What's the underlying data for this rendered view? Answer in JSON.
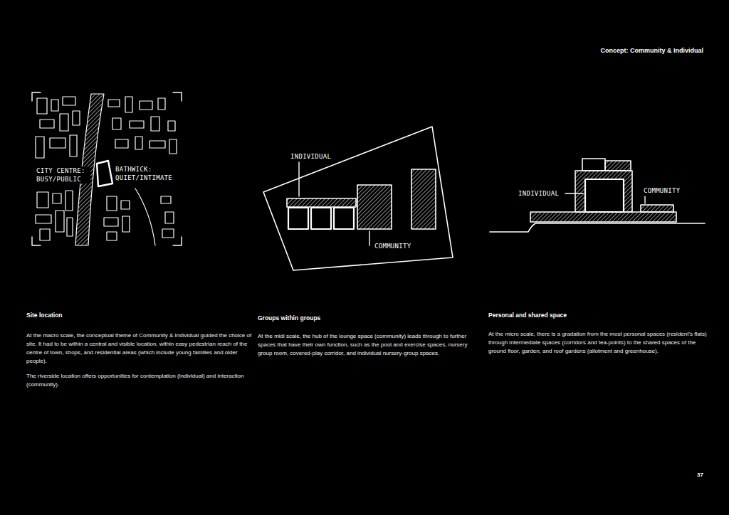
{
  "diagram": {
    "title": "Concept: Community & Individual",
    "labels": [
      "CITY CENTRE: BUSY/PUBLIC",
      "BATHWICK: QUIET/INTIMATE",
      "INDIVIDUAL",
      "COMMUNITY",
      "INDIVIDUAL",
      "COMMUNITY",
      "Site location",
      "At the macro scale, the conceptual theme of Community & Individual guided the choice of site. It had to be within a central and visible location, within easy pedestrian reach of the centre of town, shops, and residential areas (which include young families and older people).",
      "The riverside location offers opportunities for contemplation (individual) and interaction (community).",
      "Groups within groups",
      "At the midi scale, the hub of the lounge space (community) leads through to further spaces that have their own function, such as the pool and exercise spaces, nursery group room, covered-play corridor, and individual nursery-group spaces.",
      "Personal and shared space",
      "At the micro scale, there is a gradation from the most personal spaces (resident's flats) through intermediate spaces (corridors and tea-points) to the shared spaces of the ground floor, garden, and roof gardens (allotment and greenhouse).",
      "37"
    ]
  }
}
